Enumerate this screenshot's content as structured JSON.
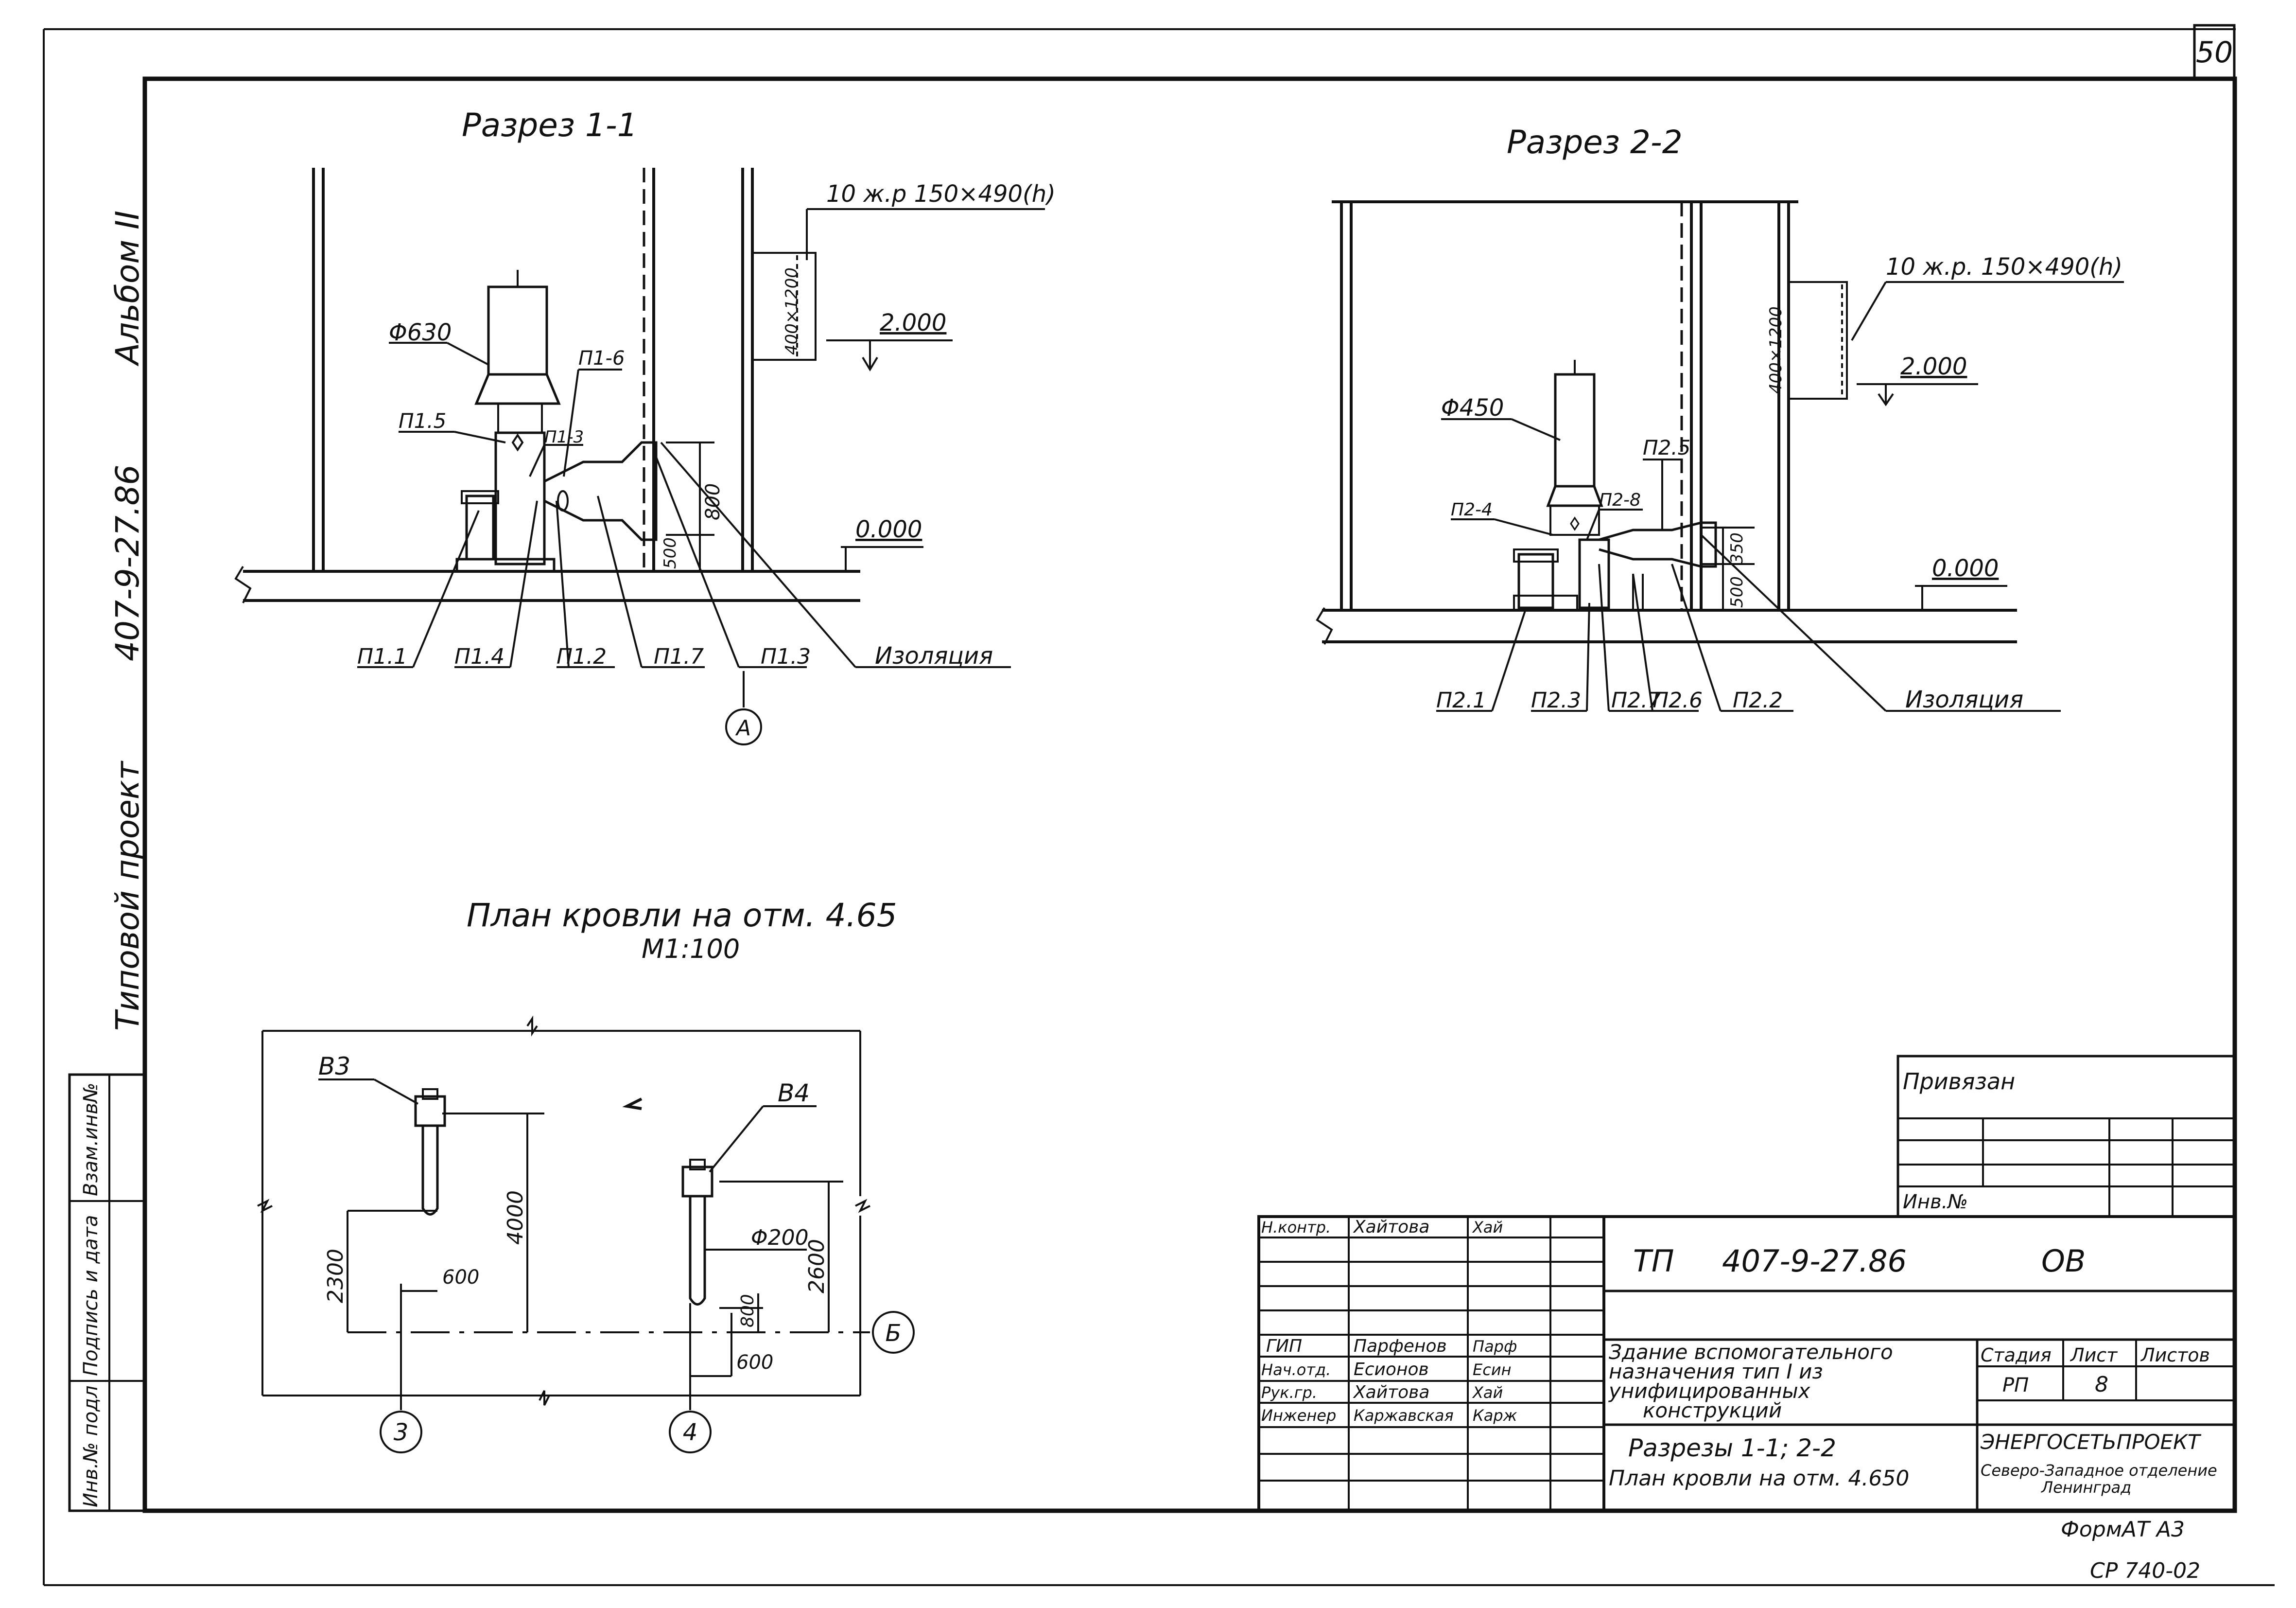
{
  "sheet": {
    "page_number": "50",
    "format": "ФормАТ А3",
    "archive_code": "СР 740-02"
  },
  "side_strip": {
    "album": "Альбом II",
    "project_code": "407-9-27.86",
    "project_type": "Типовой проект",
    "stamp_labels": [
      "Взам.инв№",
      "Подпись и дата",
      "Инв.№ подл"
    ]
  },
  "section_1": {
    "title": "Разрез 1-1",
    "grille_note": "10 ж.р 150×490(h)",
    "grille_size": "400×1200",
    "elevation_top": "2.000",
    "elevation_floor": "0.000",
    "duct_diameter": "Φ630",
    "dim_800": "800",
    "dim_500": "500",
    "callouts_upper": [
      "П1.5",
      "П1-3",
      "П1-6"
    ],
    "callouts_lower": [
      "П1.1",
      "П1.4",
      "П1.2",
      "П1.7",
      "П1.3"
    ],
    "insulation": "Изоляция",
    "axis": "А"
  },
  "section_2": {
    "title": "Разрез 2-2",
    "grille_note": "10 ж.р. 150×490(h)",
    "grille_size": "400×1200",
    "elevation_top": "2.000",
    "elevation_floor": "0.000",
    "duct_diameter": "Φ450",
    "dim_350": "350",
    "dim_500": "500",
    "callouts_upper": [
      "П2-4",
      "П2-8",
      "П2.5"
    ],
    "callouts_lower": [
      "П2.1",
      "П2.3",
      "П2.7",
      "П2.6",
      "П2.2"
    ],
    "insulation": "Изоляция"
  },
  "roof_plan": {
    "title": "План кровли на отм. 4.65",
    "scale": "М1:100",
    "fan_left": "В3",
    "fan_right": "В4",
    "duct_diameter": "Φ200",
    "dims": {
      "d2300": "2300",
      "d4000": "4000",
      "d600a": "600",
      "d800": "800",
      "d2600": "2600",
      "d600b": "600"
    },
    "axis_b": "Б",
    "axis_3": "3",
    "axis_4": "4"
  },
  "title_block": {
    "privyazan": "Привязан",
    "inv_no": "Инв.№",
    "document_code": "ТП     407-9-27.86",
    "mark": "ОВ",
    "building_line1": "Здание вспомогательного",
    "building_line2": "назначения тип I из",
    "building_line3": "унифицированных",
    "building_line4": "конструкций",
    "sheet_title_line1": "Разрезы 1-1; 2-2",
    "sheet_title_line2": "План кровли на отм. 4.650",
    "stage_header": "Стадия",
    "sheet_header": "Лист",
    "sheets_header": "Листов",
    "stage": "РП",
    "sheet_no": "8",
    "org_line1": "ЭНЕРГОСЕТЬПРОЕКТ",
    "org_line2": "Северо-Западное отделение",
    "org_line3": "Ленинград",
    "staff": [
      {
        "role": "Н.контр.",
        "name": "Хайтова",
        "sign": "Хай"
      },
      {
        "role": "ГИП",
        "name": "Парфенов",
        "sign": "Парф"
      },
      {
        "role": "Нач.отд.",
        "name": "Есионов",
        "sign": "Есин"
      },
      {
        "role": "Рук.гр.",
        "name": "Хайтова",
        "sign": "Хай"
      },
      {
        "role": "Инженер",
        "name": "Каржавская",
        "sign": "Карж"
      }
    ]
  }
}
